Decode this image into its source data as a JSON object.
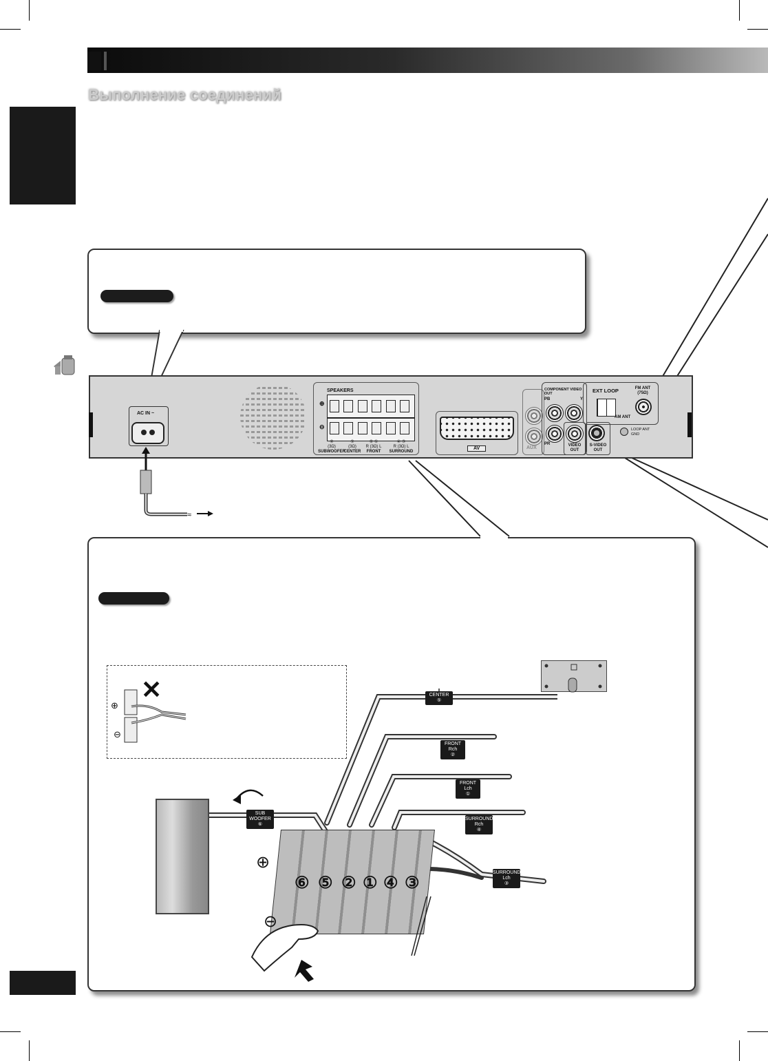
{
  "page": {
    "section_title": "",
    "subtitle": "Выполнение соединений"
  },
  "back_panel": {
    "ac_in_label": "AC IN ~",
    "speakers_label": "SPEAKERS",
    "plus_symbol": "⊕",
    "minus_symbol": "⊖",
    "speaker_groups": [
      {
        "num": "⑥",
        "ohm": "(3Ω)",
        "name": "SUBWOOFER"
      },
      {
        "num": "⑤",
        "ohm": "(3Ω)",
        "name": "CENTER"
      },
      {
        "num": "② ①",
        "ohm": "R (3Ω) L",
        "name": "FRONT"
      },
      {
        "num": "④ ③",
        "ohm": "R (3Ω) L",
        "name": "SURROUND"
      }
    ],
    "av_label": "AV",
    "aux_label": "AUX",
    "component_label": "COMPONENT VIDEO OUT",
    "pb_label": "PB",
    "pr_label": "PR",
    "y_label": "Y",
    "video_out_label": "VIDEO OUT",
    "s_video_out_label": "S-VIDEO OUT",
    "ext_loop_label": "EXT LOOP",
    "fm_ant_label": "FM ANT (75Ω)",
    "am_ant_label": "AM ANT",
    "loop_gnd_label": "LOOP ANT GND"
  },
  "speaker_diagram": {
    "tags": [
      {
        "line1": "CENTER",
        "line2": "",
        "num": "⑤"
      },
      {
        "line1": "FRONT",
        "line2": "Rch",
        "num": "②"
      },
      {
        "line1": "FRONT",
        "line2": "Lch",
        "num": "①"
      },
      {
        "line1": "SURROUND",
        "line2": "Rch",
        "num": "④"
      },
      {
        "line1": "SURROUND",
        "line2": "Lch",
        "num": "③"
      },
      {
        "line1": "SUB",
        "line2": "WOOFER",
        "num": "⑥"
      }
    ],
    "terminal_numbers": [
      "⑥",
      "⑤",
      "②",
      "①",
      "④",
      "③"
    ],
    "plus_symbol": "⊕",
    "minus_symbol": "⊖",
    "wrong_mark": "✕"
  },
  "colors": {
    "header_start": "#0b0b0b",
    "header_end": "#b9b9b9",
    "panel": "#d6d6d6",
    "tag": "#1a1a1a"
  }
}
